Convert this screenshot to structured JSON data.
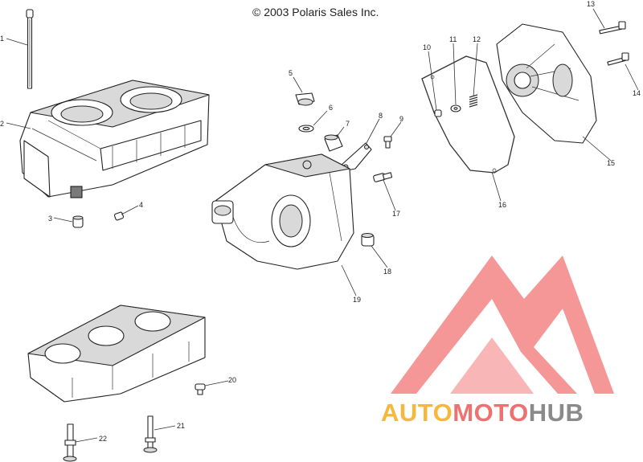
{
  "copyright": "© 2003 Polaris Sales Inc.",
  "callouts": [
    {
      "id": "1",
      "text": "1"
    },
    {
      "id": "2",
      "text": "2"
    },
    {
      "id": "3",
      "text": "3"
    },
    {
      "id": "4",
      "text": "4"
    },
    {
      "id": "5",
      "text": "5"
    },
    {
      "id": "6",
      "text": "6"
    },
    {
      "id": "7",
      "text": "7"
    },
    {
      "id": "8",
      "text": "8"
    },
    {
      "id": "9",
      "text": "9"
    },
    {
      "id": "10",
      "text": "10"
    },
    {
      "id": "11",
      "text": "11"
    },
    {
      "id": "12",
      "text": "12"
    },
    {
      "id": "13",
      "text": "13"
    },
    {
      "id": "14",
      "text": "14"
    },
    {
      "id": "15",
      "text": "15"
    },
    {
      "id": "16",
      "text": "16"
    },
    {
      "id": "17",
      "text": "17"
    },
    {
      "id": "18",
      "text": "18"
    },
    {
      "id": "19",
      "text": "19"
    },
    {
      "id": "20",
      "text": "20"
    },
    {
      "id": "21",
      "text": "21"
    },
    {
      "id": "22",
      "text": "22"
    }
  ],
  "watermark": {
    "text_part1": "AUTO",
    "text_part2": "MOTO",
    "text_part3": "HUB",
    "colors": {
      "part1": "#f6b73c",
      "part2": "#f07070",
      "part3": "#8a8a8a",
      "mark": "#f37a7a"
    }
  }
}
